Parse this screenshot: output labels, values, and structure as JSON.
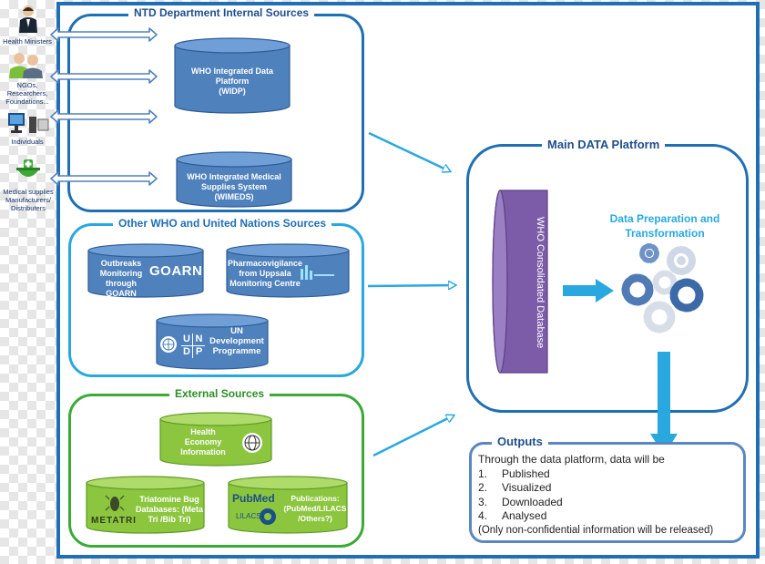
{
  "stakeholders": [
    {
      "label": "Health Ministers",
      "icon": "minister-icon"
    },
    {
      "label": "NGOs, Researchers, Foundations...",
      "icon": "people-icon"
    },
    {
      "label": "Individuals",
      "icon": "computer-icon"
    },
    {
      "label": "Medical supplies Manufacturers/ Distributers",
      "icon": "medical-kit-icon"
    }
  ],
  "ntd": {
    "title": "NTD Department Internal Sources",
    "widp": [
      "WHO Integrated Data",
      "Platform",
      "(WIDP)"
    ],
    "wimeds": [
      "WHO Integrated Medical",
      "Supplies System",
      "(WIMEDS)"
    ]
  },
  "other": {
    "title": "Other WHO and United Nations Sources",
    "goarn_text": [
      "Outbreaks",
      "Monitoring",
      "through GOARN"
    ],
    "goarn_logo": "GOARN",
    "pharma_text": [
      "Pharmacovigilance",
      "from Uppsala",
      "Monitoring Centre"
    ],
    "undp_logo": [
      "U",
      "N",
      "D",
      "P"
    ],
    "undp_text": [
      "UN",
      "Development",
      "Programme"
    ]
  },
  "external": {
    "title": "External Sources",
    "health_text": [
      "Health",
      "Economy",
      "Information"
    ],
    "tri_text": [
      "Triatomine Bug",
      "Databases: (Meta",
      "Tri /Bib Tri)"
    ],
    "tri_logo": "METATRI",
    "pub_text": [
      "Publications:",
      "(PubMed/LILACS",
      "/Others?)"
    ],
    "pubmed_logo": "PubMed",
    "lilacs_logo": "LILACS"
  },
  "main": {
    "title": "Main  DATA Platform",
    "db_label": "WHO Consolidated Database",
    "prep_title": "Data Preparation and Transformation",
    "gears": "gears-icon"
  },
  "outputs": {
    "title": "Outputs",
    "intro": "Through the data platform, data will be",
    "items": [
      "Published",
      "Visualized",
      "Downloaded",
      "Analysed"
    ],
    "note": "(Only non-confidential information will be released)"
  },
  "colors": {
    "frame": "#1f6fb5",
    "ntd_cylinder": "#4f81bd",
    "other_border": "#29a8e0",
    "external_border": "#3aaa35",
    "external_cylinder": "#8cc63f",
    "db_cylinder": "#7c5ca8",
    "arrow": "#29a8e0",
    "prep_title": "#29a8e0"
  }
}
